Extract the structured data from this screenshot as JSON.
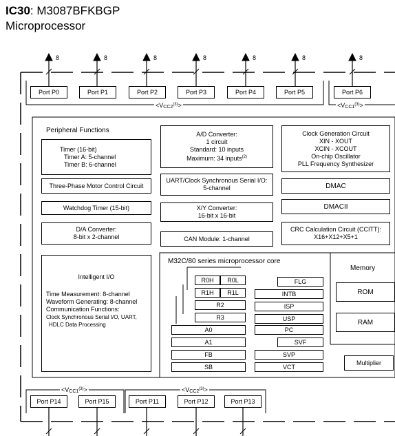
{
  "title": {
    "bold": "IC30",
    "rest": ": M3087BFKBGP"
  },
  "subtitle": "Microprocessor",
  "bus_width_label": "8",
  "top_ports": [
    "Port P0",
    "Port P1",
    "Port P2",
    "Port P3",
    "Port P4",
    "Port P5",
    "Port P6"
  ],
  "bottom_ports": [
    "Port P14",
    "Port P15",
    "Port P11",
    "Port P12",
    "Port P13"
  ],
  "vcc_labels": {
    "top_left": {
      "pre": "<V",
      "sub": "CC2",
      "sup": "(3)",
      "post": ">"
    },
    "top_right": {
      "pre": "<V",
      "sub": "CC1",
      "sup": "(3)",
      "post": ">"
    },
    "bottom_left": {
      "pre": "<V",
      "sub": "CC1",
      "sup": "(3)",
      "post": ">"
    },
    "bottom_right": {
      "pre": "<V",
      "sub": "CC2",
      "sup": "(3)",
      "post": ">"
    }
  },
  "peripheral": {
    "heading": "Peripheral Functions",
    "timer": [
      "Timer (16-bit)",
      "Timer A: 5-channel",
      "Timer B: 6-channel"
    ],
    "three_phase": "Three-Phase Motor Control Circuit",
    "watchdog": "Watchdog Timer (15-bit)",
    "da": [
      "D/A Converter:",
      "8-bit x 2-channel"
    ],
    "ad": [
      "A/D Converter:",
      "1 circuit",
      "Standard: 10 inputs",
      "Maximum: 34 inputs"
    ],
    "ad_note": "(2)",
    "uart": [
      "UART/Clock Synchronous Serial I/O:",
      "5-channel"
    ],
    "xy": [
      "X/Y Converter:",
      "16-bit x 16-bit"
    ],
    "can": "CAN Module: 1-channel",
    "clock": [
      "Clock Generation Circuit",
      "XIN - XOUT",
      "XCIN - XCOUT",
      "On-chip Oscillator",
      "PLL Frequency Synthesizer"
    ],
    "dmac": "DMAC",
    "dmacii": "DMACII",
    "crc": [
      "CRC Calculation Circuit (CCITT):",
      "X16+X12+X5+1"
    ]
  },
  "intelligent_io": {
    "heading": "Intelligent I/O",
    "lines": [
      "Time Measurement: 8-channel",
      "Waveform Generating: 8-channel",
      "Communication Functions:"
    ],
    "small_lines": [
      "Clock Synchronous Serial I/O, UART,",
      "HDLC Data Processing"
    ]
  },
  "core": {
    "heading": "M32C/80 series microprocessor core",
    "left_regs": [
      "R0H",
      "R0L",
      "R1H",
      "R1L",
      "R2",
      "R3",
      "A0",
      "A1",
      "FB",
      "SB"
    ],
    "right_regs": [
      "FLG",
      "INTB",
      "ISP",
      "USP",
      "PC",
      "SVF",
      "SVP",
      "VCT"
    ]
  },
  "memory": {
    "heading": "Memory",
    "rom": "ROM",
    "ram": "RAM"
  },
  "multiplier": "Multiplier"
}
